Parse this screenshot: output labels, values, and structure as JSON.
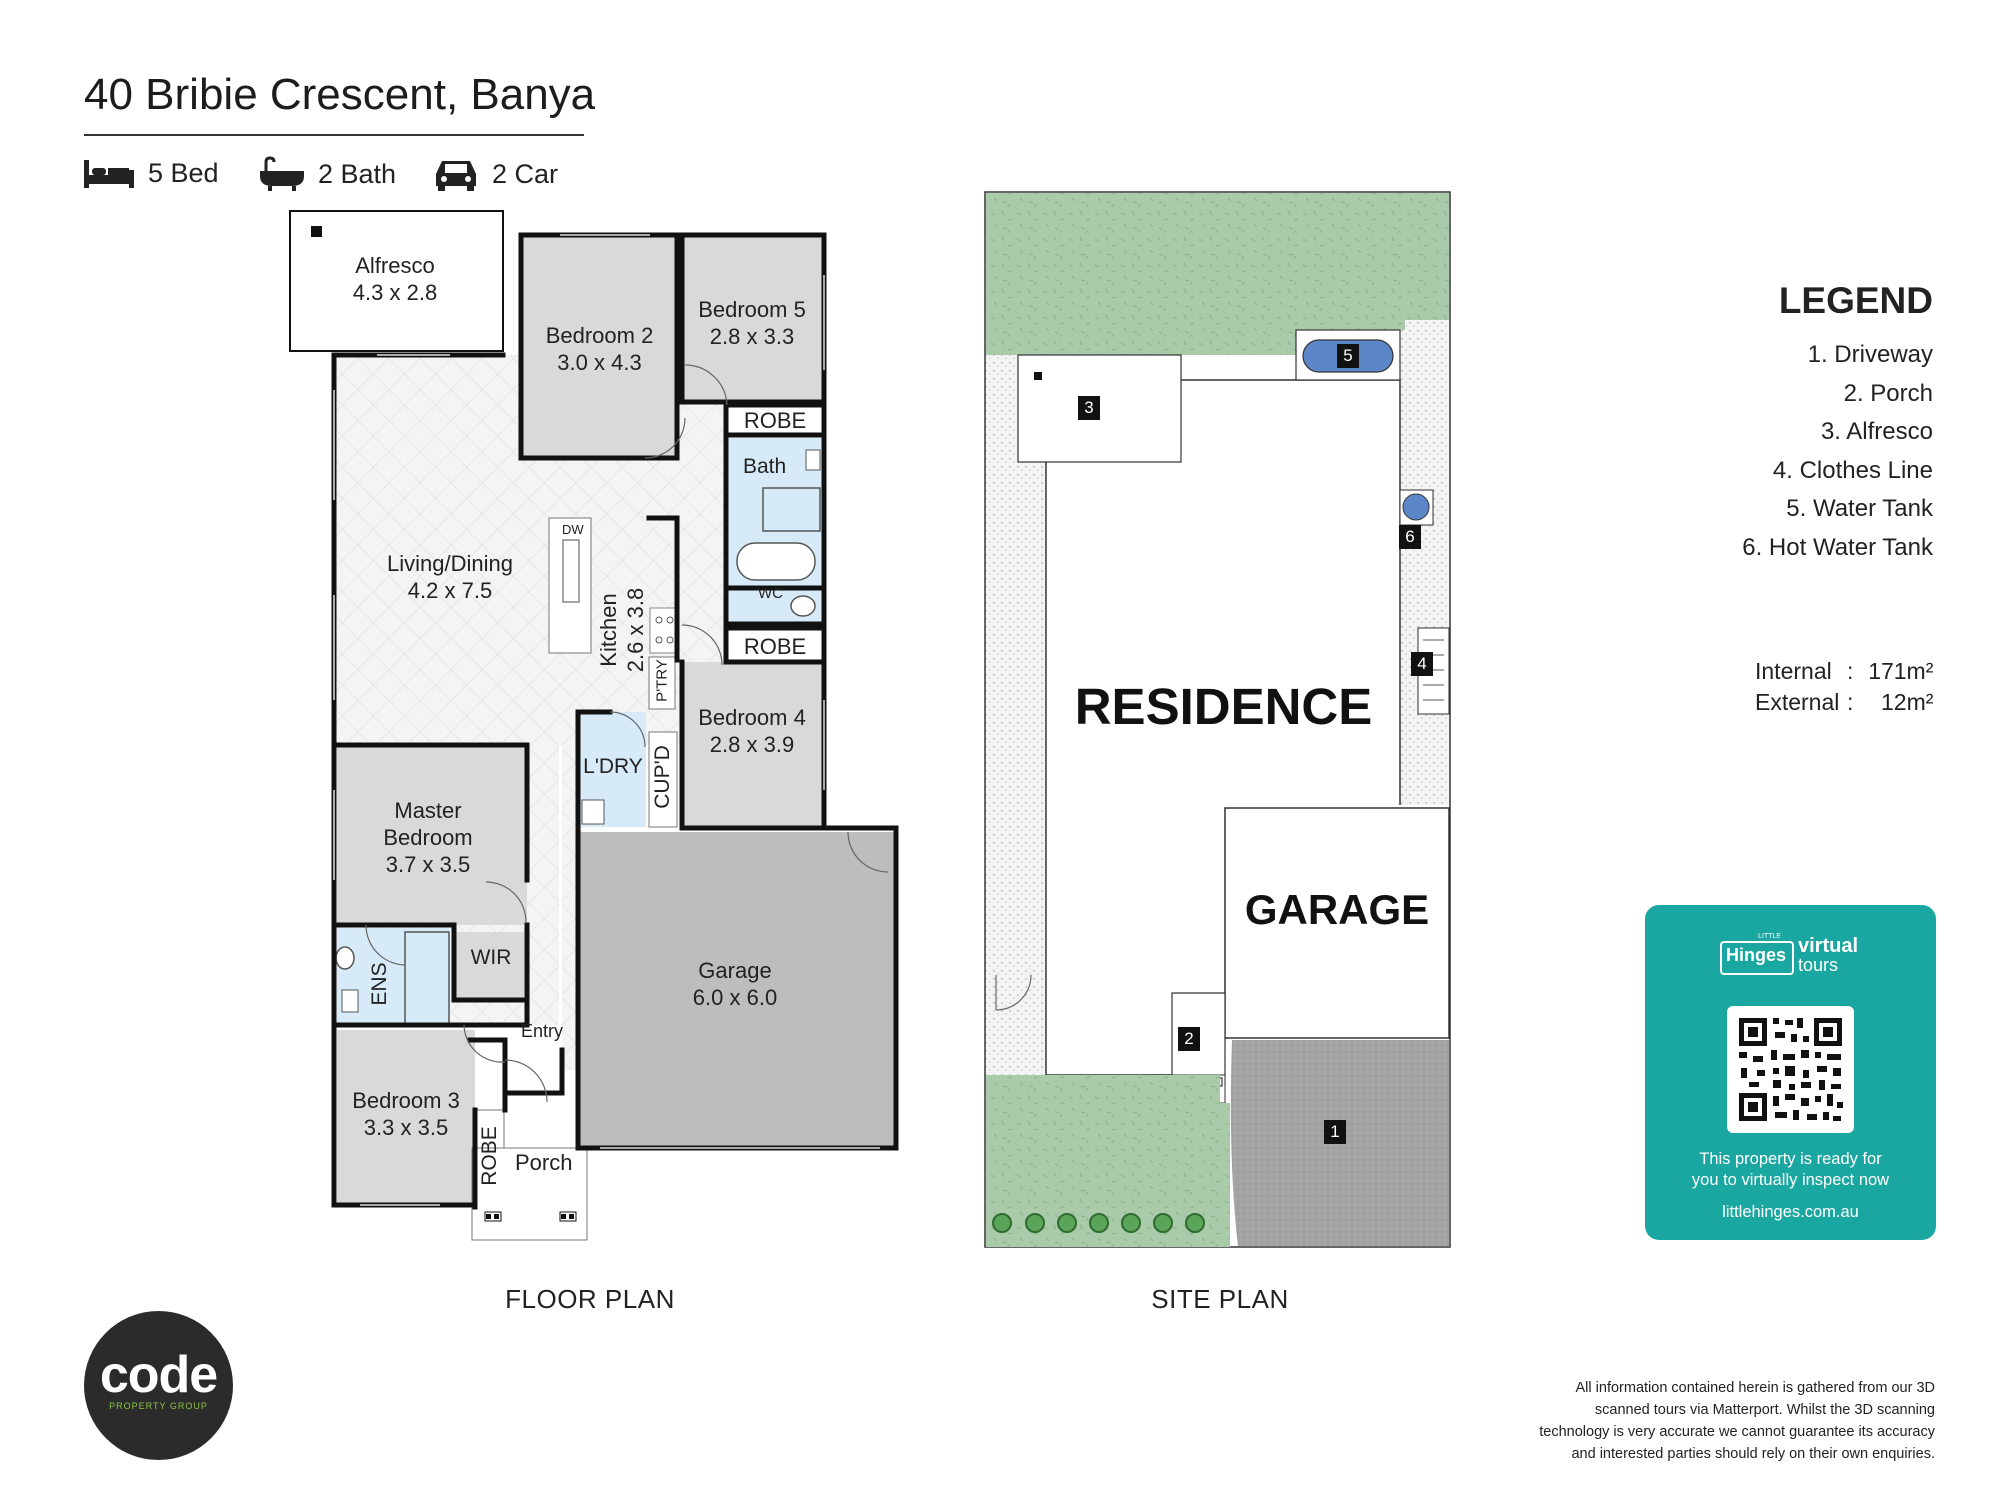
{
  "header": {
    "address": "40 Bribie Crescent, Banya",
    "features": [
      {
        "icon": "bed-icon",
        "label": "5 Bed"
      },
      {
        "icon": "bath-icon",
        "label": "2 Bath"
      },
      {
        "icon": "car-icon",
        "label": "2 Car"
      }
    ]
  },
  "floor_plan": {
    "caption": "FLOOR PLAN",
    "rooms": [
      {
        "name": "Alfresco",
        "size": "4.3 x 2.8"
      },
      {
        "name": "Bedroom 2",
        "size": "3.0 x 4.3"
      },
      {
        "name": "Bedroom 5",
        "size": "2.8 x 3.3"
      },
      {
        "name": "Living/Dining",
        "size": "4.2 x 7.5"
      },
      {
        "name": "Kitchen",
        "size": "2.6 x 3.8"
      },
      {
        "name": "Bedroom 4",
        "size": "2.8 x 3.9"
      },
      {
        "name": "Master Bedroom",
        "size": "3.7 x 3.5"
      },
      {
        "name": "Garage",
        "size": "6.0 x 6.0"
      },
      {
        "name": "Bedroom 3",
        "size": "3.3 x 3.5"
      }
    ],
    "labels": {
      "robe1": "ROBE",
      "robe2": "ROBE",
      "robe3": "ROBE",
      "bath": "Bath",
      "wc": "WC",
      "dw": "DW",
      "ptry": "P'TRY",
      "cupd": "CUP'D",
      "ldry": "L'DRY",
      "ens": "ENS",
      "wir": "WIR",
      "entry": "Entry",
      "porch": "Porch"
    }
  },
  "site_plan": {
    "caption": "SITE PLAN",
    "residence": "RESIDENCE",
    "garage": "GARAGE",
    "markers": [
      "1",
      "2",
      "3",
      "4",
      "5",
      "6"
    ]
  },
  "legend": {
    "title": "LEGEND",
    "items": [
      "1. Driveway",
      "2. Porch",
      "3. Alfresco",
      "4. Clothes Line",
      "5. Water Tank",
      "6. Hot Water Tank"
    ]
  },
  "area": {
    "internal_label": "Internal",
    "internal_value": "171m²",
    "external_label": "External",
    "external_value": "12m²",
    "separator": ":"
  },
  "virtual_tour": {
    "brand_small": "LITTLE",
    "brand": "Hinges",
    "virtual": "virtual",
    "tours": "tours",
    "line1": "This property is ready for",
    "line2": "you to virtually inspect now",
    "url": "littlehinges.com.au",
    "accent": "#1aa7a1"
  },
  "logo": {
    "word": "code",
    "sub": "PROPERTY GROUP",
    "accent": "#8cc63f"
  },
  "disclaimer": {
    "l1": "All information contained herein is gathered from our 3D",
    "l2": "scanned tours via Matterport. Whilst the 3D scanning",
    "l3": "technology is very accurate we cannot guarantee its accuracy",
    "l4": "and interested parties should rely on their own enquiries."
  },
  "colors": {
    "lawn": "#a9cba9",
    "room_fill": "#d9d9d9",
    "garage_fill": "#bdbdbd",
    "wet_area": "#d6ebf7",
    "driveway": "#a6a6a6",
    "tank": "#5b86c7"
  }
}
